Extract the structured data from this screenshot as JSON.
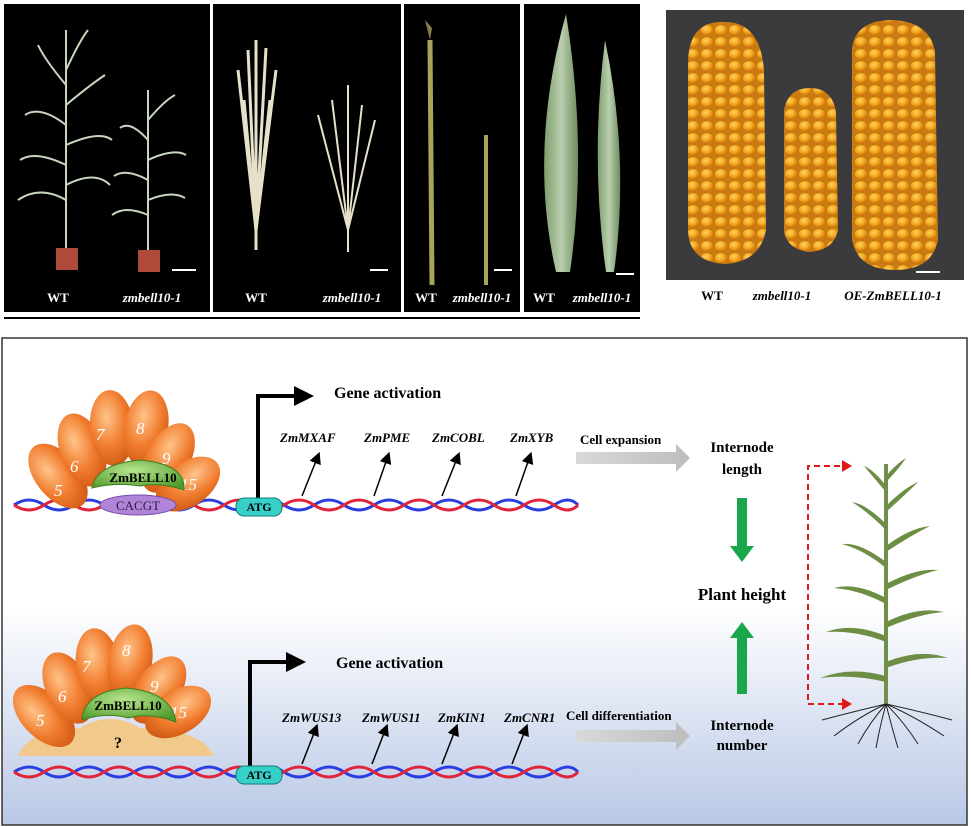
{
  "top_panels": {
    "panel_a": {
      "left_label": "WT",
      "right_label": "zmbell10-1"
    },
    "panel_b": {
      "left_label": "WT",
      "right_label": "zmbell10-1"
    },
    "panel_c": {
      "left_label": "WT",
      "right_label": "zmbell10-1"
    },
    "panel_d": {
      "left_label": "WT",
      "right_label": "zmbell10-1"
    },
    "panel_e": {
      "label_1": "WT",
      "label_2": "zmbell10-1",
      "label_3": "OE-ZmBELL10-1"
    }
  },
  "model": {
    "upper_pathway": {
      "gene_activation": "Gene activation",
      "protein_name": "ZmBELL10",
      "partner_numbers": [
        "5",
        "6",
        "7",
        "8",
        "9",
        "15"
      ],
      "binding_motif": "CACGT",
      "start_codon": "ATG",
      "target_genes": [
        "ZmMXAF",
        "ZmPME",
        "ZmCOBL",
        "ZmXYB"
      ],
      "cell_process": "Cell expansion",
      "trait_line1": "Internode",
      "trait_line2": "length"
    },
    "lower_pathway": {
      "gene_activation": "Gene activation",
      "protein_name": "ZmBELL10",
      "partner_numbers": [
        "5",
        "6",
        "7",
        "8",
        "9",
        "15"
      ],
      "unknown_factor": "?",
      "start_codon": "ATG",
      "target_genes": [
        "ZmWUS13",
        "ZmWUS11",
        "ZmKIN1",
        "ZmCNR1"
      ],
      "cell_process": "Cell differentiation",
      "trait_line1": "Internode",
      "trait_line2": "number"
    },
    "plant_height": "Plant height"
  }
}
